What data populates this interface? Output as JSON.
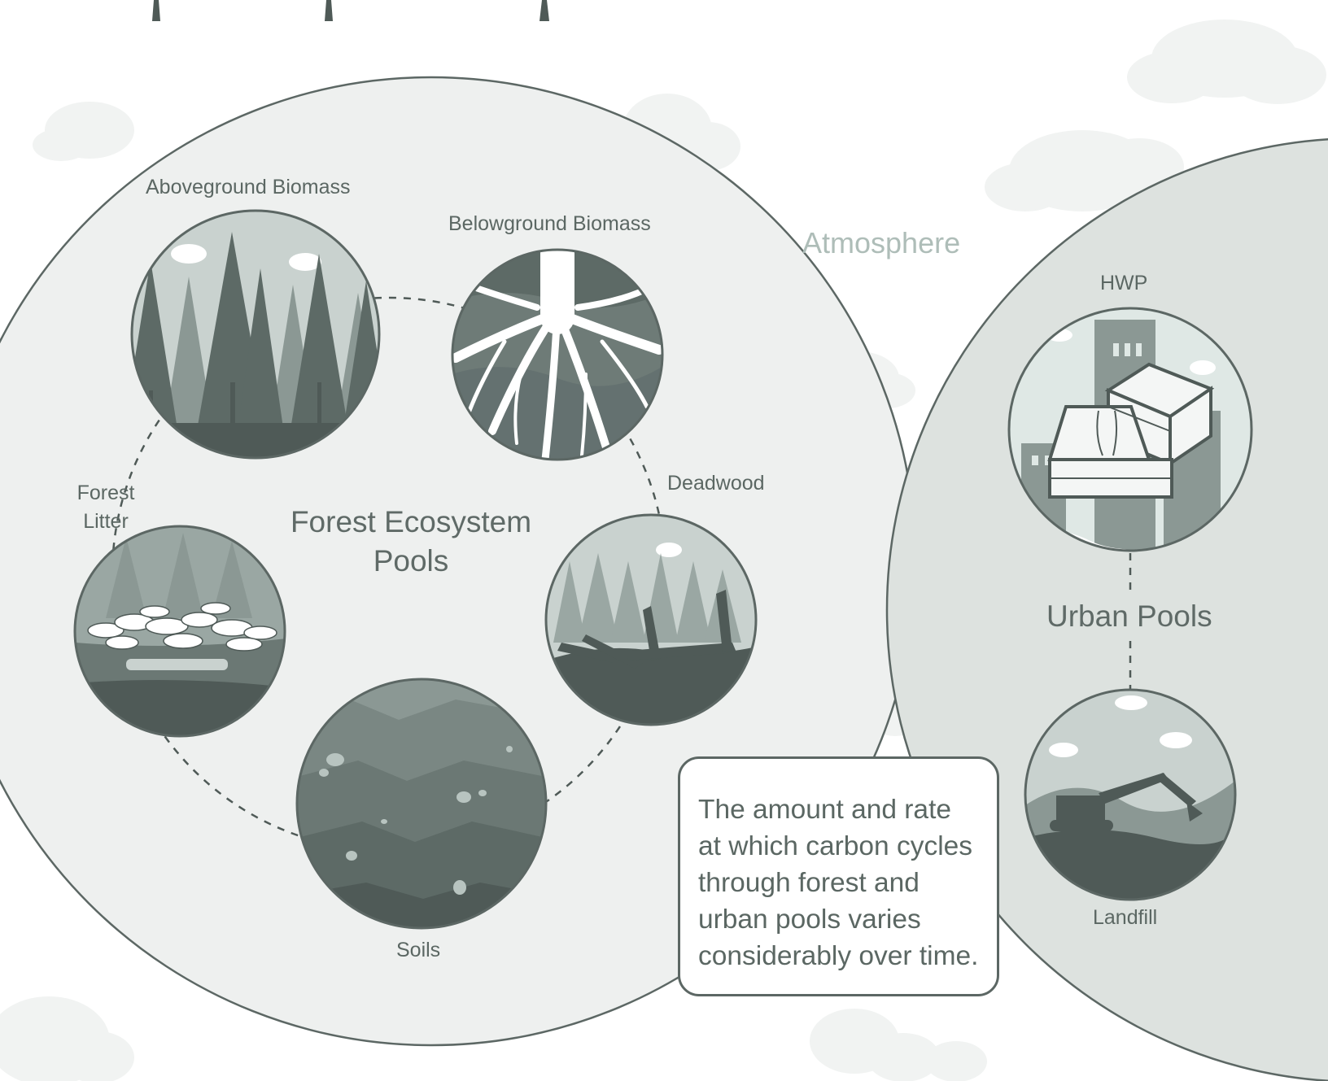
{
  "atmosphere": {
    "label": "Atmosphere"
  },
  "forest": {
    "title_line1": "Forest Ecosystem",
    "title_line2": "Pools",
    "pools": [
      {
        "key": "aboveground",
        "label": "Aboveground Biomass"
      },
      {
        "key": "belowground",
        "label": "Belowground Biomass"
      },
      {
        "key": "deadwood",
        "label": "Deadwood"
      },
      {
        "key": "soils",
        "label": "Soils"
      },
      {
        "key": "litter",
        "label_line1": "Forest",
        "label_line2": "Litter"
      }
    ]
  },
  "urban": {
    "title": "Urban Pools",
    "pools": [
      {
        "key": "hwp",
        "label": "HWP"
      },
      {
        "key": "landfill",
        "label": "Landfill"
      }
    ]
  },
  "note": {
    "text": "The amount and rate at which carbon cycles through forest and urban pools varies considerably over time."
  },
  "colors": {
    "forest_region": "#eef0ef",
    "urban_region": "#dde2df",
    "cloud": "#f1f3f2",
    "outline": "#5c6764",
    "dark": "#4f5a57",
    "text": "#5b6763",
    "atmosphere": "#aebdb8"
  }
}
